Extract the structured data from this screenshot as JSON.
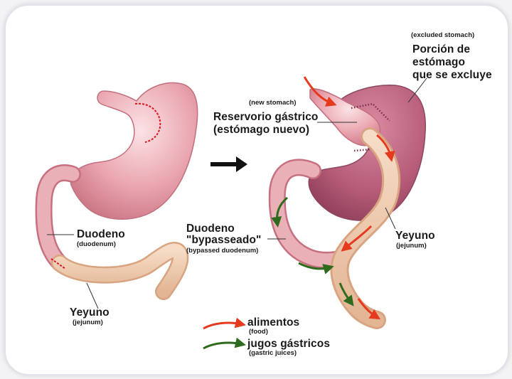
{
  "labels": {
    "excluded_en": "(excluded stomach)",
    "excluded_es": [
      "Porción de",
      "estómago",
      "que se excluye"
    ],
    "new_en": "(new stomach)",
    "new_es": [
      "Reservorio gástrico",
      "(estómago nuevo)"
    ],
    "duodeno_left_es": "Duodeno",
    "duodeno_left_en": "(duodenum)",
    "yeyuno_left_es": "Yeyuno",
    "yeyuno_left_en": "(jejunum)",
    "duodeno_bp_es": [
      "Duodeno",
      "\"bypasseado\""
    ],
    "duodeno_bp_en": "(bypassed duodenum)",
    "yeyuno_right_es": "Yeyuno",
    "yeyuno_right_en": "(jejunum)"
  },
  "legend": {
    "food_es": "alimentos",
    "food_en": "(food)",
    "juices_es": "jugos gástricos",
    "juices_en": "(gastric juices)"
  },
  "colors": {
    "food_arrow": "#e53a1e",
    "juice_arrow": "#2f6b1e",
    "stomach": "#e8a4ae",
    "excluded_stomach": "#b85d78",
    "jejunum": "#efc7a8",
    "cut_line": "#d8141c"
  }
}
